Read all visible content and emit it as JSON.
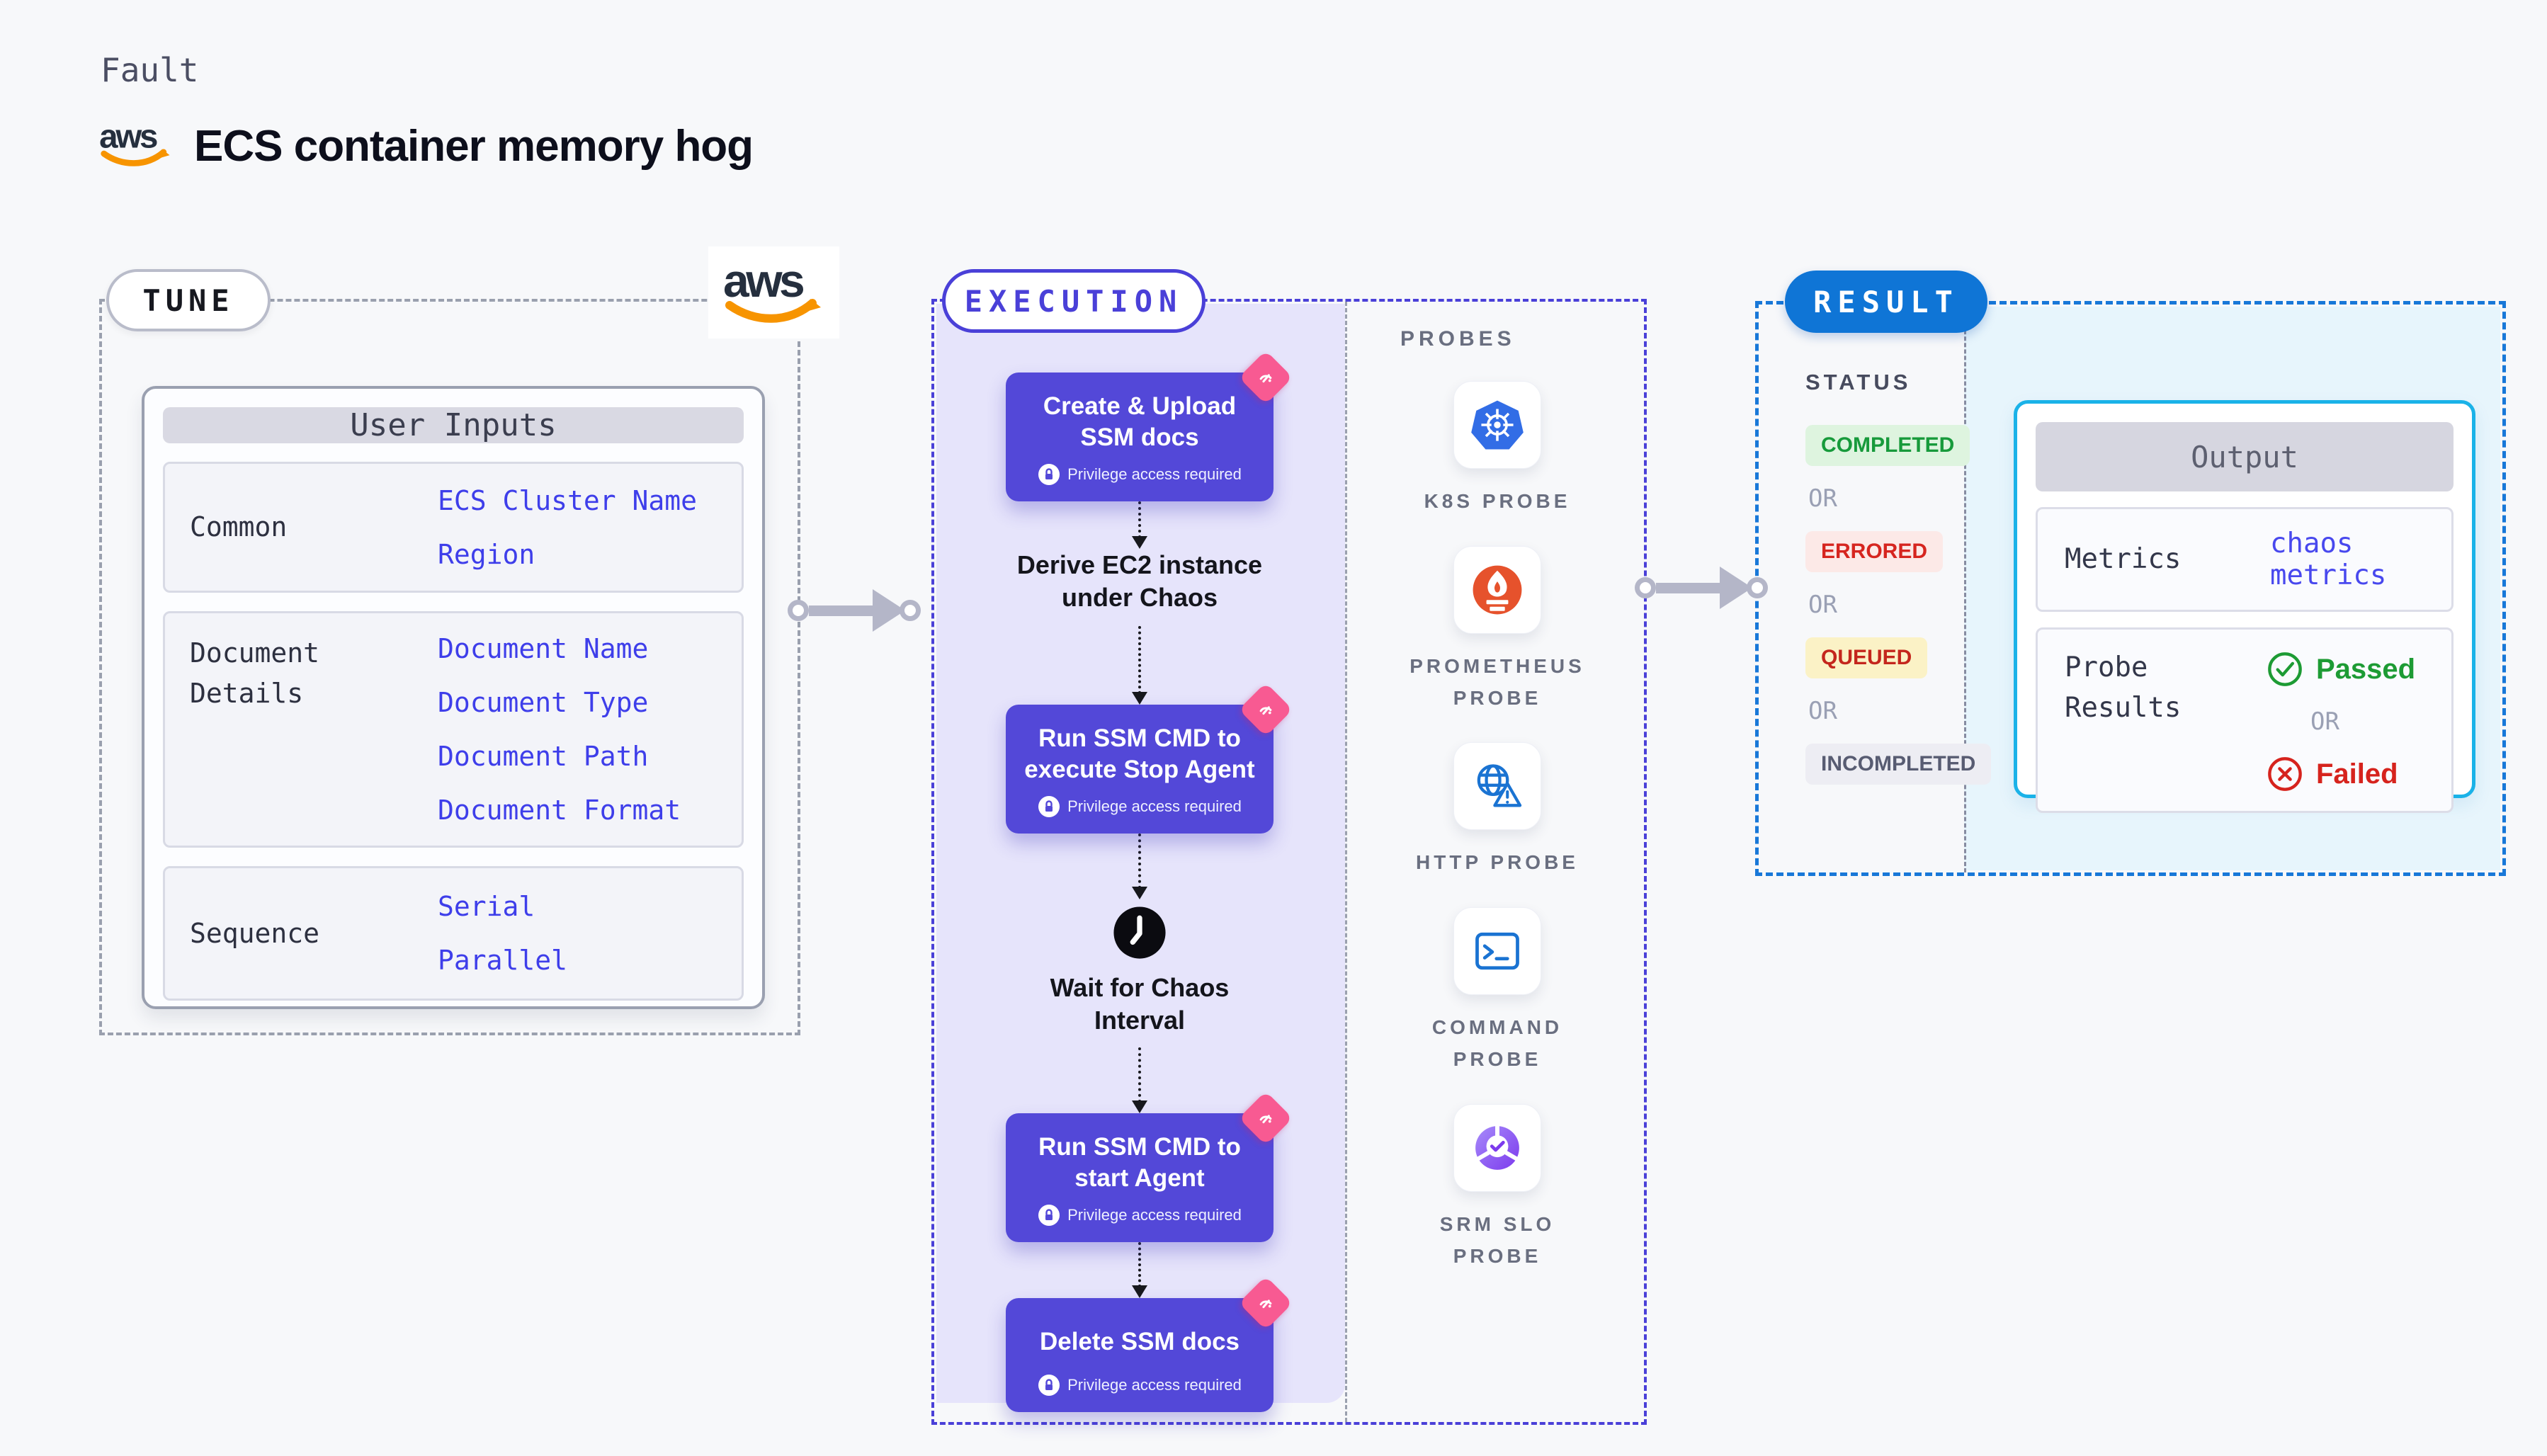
{
  "colors": {
    "page_bg": "#f7f8fa",
    "execution_accent": "#4a40d8",
    "execution_fill": "#e6e4fb",
    "step_box": "#5348d8",
    "chaos_tag_pink": "#f85a92",
    "result_accent": "#1878d8",
    "result_pill": "#0f75d6",
    "result_fill": "#e7f5fc",
    "output_border": "#1ab2e8",
    "completed_green": "#179a3b",
    "errored_red": "#d6251f",
    "queued_yellow_bg": "#fbf2c6",
    "passed_green": "#1d9b34",
    "failed_red": "#d6231d",
    "value_blue": "#3e3eea",
    "aws_orange": "#f79400",
    "kubernetes_blue": "#326de6",
    "prometheus_orange": "#e6522c"
  },
  "header": {
    "kicker": "Fault",
    "title": "ECS container memory hog",
    "aws_logo_text": "aws"
  },
  "tune": {
    "badge": "TUNE",
    "user_inputs": {
      "header": "User Inputs",
      "rows": [
        {
          "label": "Common",
          "values": [
            "ECS Cluster Name",
            "Region"
          ]
        },
        {
          "label": "Document Details",
          "values": [
            "Document Name",
            "Document Type",
            "Document Path",
            "Document Format"
          ]
        },
        {
          "label": "Sequence",
          "values": [
            "Serial",
            "Parallel"
          ]
        }
      ]
    }
  },
  "execution": {
    "badge": "EXECUTION",
    "privilege_note": "Privilege access required",
    "steps": [
      {
        "kind": "action",
        "title": "Create & Upload SSM docs"
      },
      {
        "kind": "text",
        "title": "Derive EC2 instance under Chaos"
      },
      {
        "kind": "action",
        "title": "Run SSM CMD to execute Stop Agent"
      },
      {
        "kind": "wait",
        "title": "Wait for Chaos Interval"
      },
      {
        "kind": "action",
        "title": "Run SSM CMD to start Agent"
      },
      {
        "kind": "action",
        "title": "Delete SSM docs"
      }
    ]
  },
  "probes": {
    "title": "PROBES",
    "items": [
      {
        "label": "K8S PROBE",
        "icon": "kubernetes-icon"
      },
      {
        "label": "PROMETHEUS PROBE",
        "icon": "prometheus-icon"
      },
      {
        "label": "HTTP PROBE",
        "icon": "http-globe-warning-icon"
      },
      {
        "label": "COMMAND PROBE",
        "icon": "terminal-icon"
      },
      {
        "label": "SRM SLO PROBE",
        "icon": "srm-slo-icon"
      }
    ]
  },
  "result": {
    "badge": "RESULT",
    "status_title": "STATUS",
    "or_label": "OR",
    "statuses": [
      {
        "label": "COMPLETED"
      },
      {
        "label": "ERRORED"
      },
      {
        "label": "QUEUED"
      },
      {
        "label": "INCOMPLETED"
      }
    ],
    "output": {
      "header": "Output",
      "metrics_label": "Metrics",
      "metrics_value": "chaos metrics",
      "probe_results_label": "Probe Results",
      "passed_label": "Passed",
      "or_label": "OR",
      "failed_label": "Failed"
    }
  }
}
